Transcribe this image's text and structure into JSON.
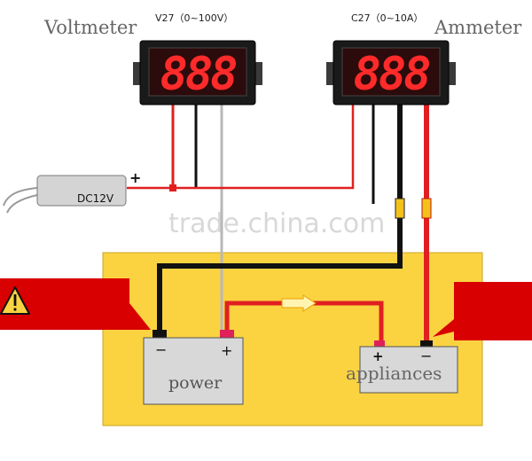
{
  "voltmeter": {
    "title": "Voltmeter",
    "model": "V27（0~100V）",
    "display": "888"
  },
  "ammeter": {
    "title": "Ammeter",
    "model": "C27（0~10A）",
    "display": "888"
  },
  "supply": {
    "label": "DC12V",
    "plus": "+"
  },
  "watermark": "trade.china.com",
  "power": {
    "label": "power",
    "minus": "−",
    "plus": "+"
  },
  "appliances": {
    "label": "appliances",
    "plus": "+",
    "minus": "−"
  },
  "colors": {
    "panel": "#fbd341",
    "wire_red": "#e02020",
    "wire_black": "#111111",
    "wire_gray": "#b8b8b8",
    "digit_red": "#ff2a2a",
    "warning_red": "#d80000"
  },
  "icons": {
    "warning": "warning-icon",
    "flow_arrow": "arrow-right-icon"
  }
}
